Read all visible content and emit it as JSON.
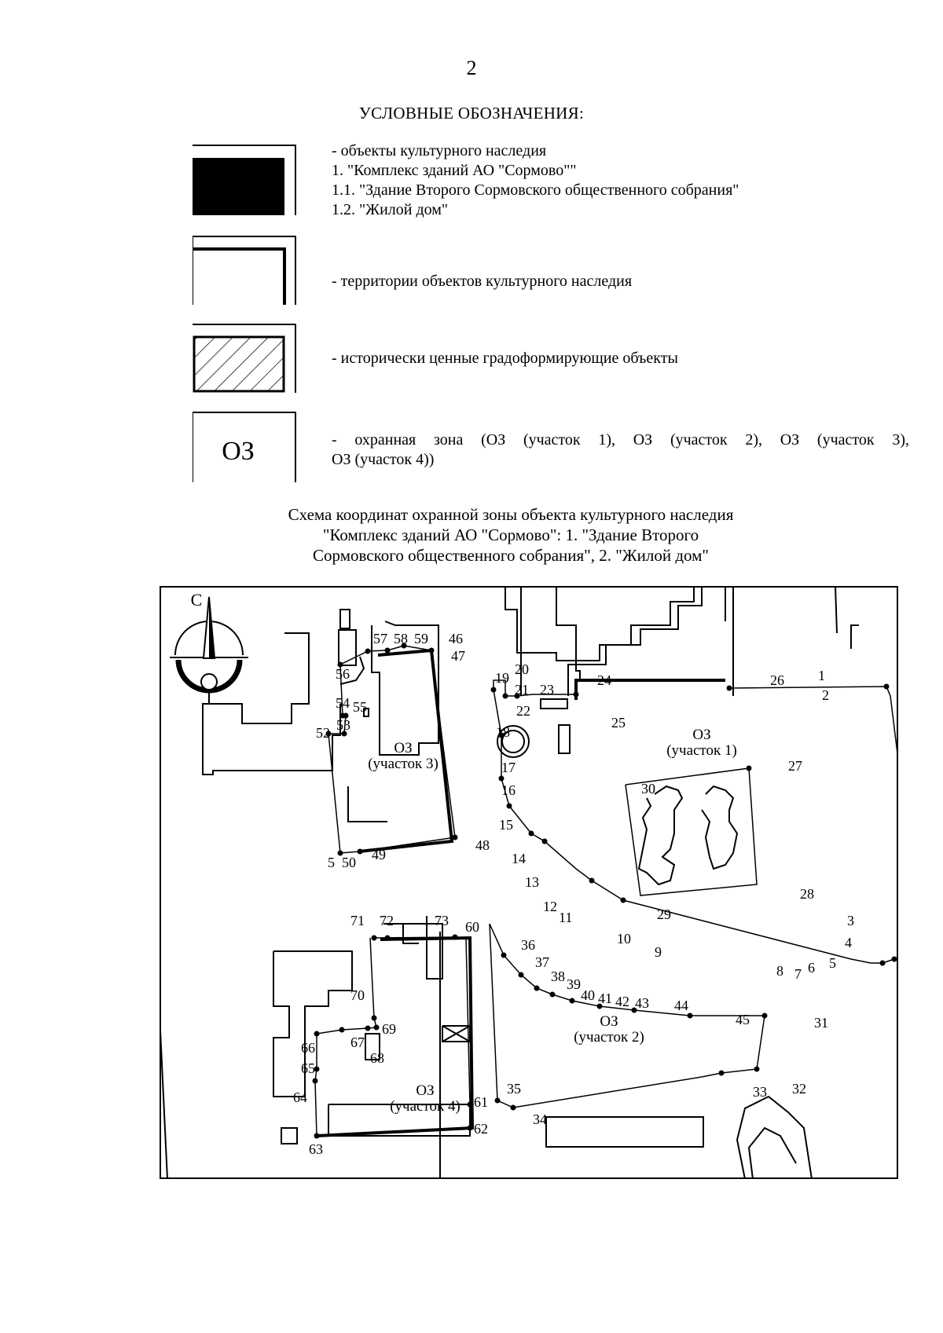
{
  "page_number": "2",
  "legend": {
    "title": "УСЛОВНЫЕ ОБОЗНАЧЕНИЯ:",
    "items": [
      {
        "symbol": "black-filled-rect",
        "lines": [
          "- объекты культурного наследия",
          "1. \"Комплекс зданий АО \"Сормово\"\"",
          "1.1. \"Здание Второго Сормовского общественного собрания\"",
          "1.2. \"Жилой дом\""
        ]
      },
      {
        "symbol": "thick-outline-rect",
        "text": "- территории объектов культурного наследия"
      },
      {
        "symbol": "hatched-rect",
        "text": "- исторически ценные градоформирующие объекты"
      },
      {
        "symbol": "zone-box",
        "symbol_text": "ОЗ",
        "lines": [
          "- охранная зона (ОЗ (участок 1), ОЗ (участок 2), ОЗ (участок 3),",
          "ОЗ (участок 4))"
        ]
      }
    ]
  },
  "scheme_title": [
    "Схема координат охранной зоны объекта культурного наследия",
    "\"Комплекс зданий АО \"Сормово\": 1. \"Здание Второго",
    "Сормовского общественного собрания\", 2. \"Жилой дом\""
  ],
  "map": {
    "north_label": "С",
    "zones": [
      {
        "name": "ОЗ",
        "sub": "(участок 1)"
      },
      {
        "name": "ОЗ",
        "sub": "(участок 2)"
      },
      {
        "name": "ОЗ",
        "sub": "(участок 3)"
      },
      {
        "name": "ОЗ",
        "sub": "(участок 4)"
      }
    ],
    "point_labels": [
      "1",
      "2",
      "3",
      "4",
      "5",
      "6",
      "7",
      "8",
      "9",
      "10",
      "11",
      "12",
      "13",
      "14",
      "15",
      "16",
      "17",
      "18",
      "19",
      "20",
      "21",
      "22",
      "23",
      "24",
      "25",
      "26",
      "27",
      "28",
      "29",
      "30",
      "31",
      "32",
      "33",
      "34",
      "35",
      "36",
      "37",
      "38",
      "39",
      "40",
      "41",
      "42",
      "43",
      "44",
      "45",
      "46",
      "47",
      "48",
      "49",
      "50",
      "5",
      "52",
      "53",
      "54",
      "55",
      "56",
      "57",
      "58",
      "59",
      "60",
      "61",
      "62",
      "63",
      "64",
      "65",
      "66",
      "67",
      "68",
      "69",
      "70",
      "71",
      "72",
      "73"
    ]
  }
}
